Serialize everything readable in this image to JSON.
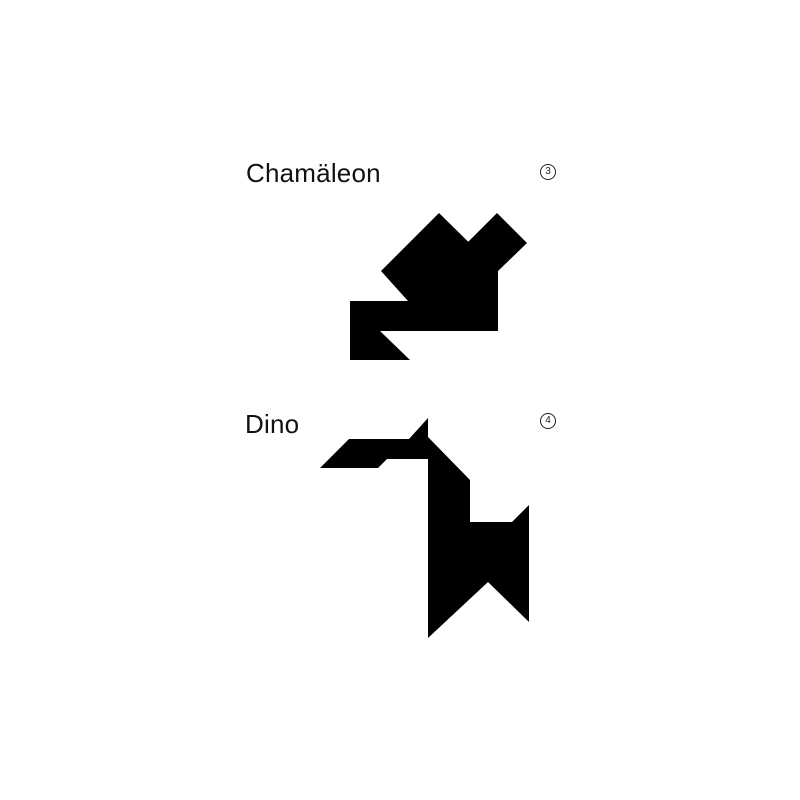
{
  "puzzles": [
    {
      "title": "Chamäleon",
      "number": "3"
    },
    {
      "title": "Dino",
      "number": "4"
    }
  ],
  "colors": {
    "shape": "#000000",
    "background": "#ffffff",
    "text": "#111111"
  }
}
